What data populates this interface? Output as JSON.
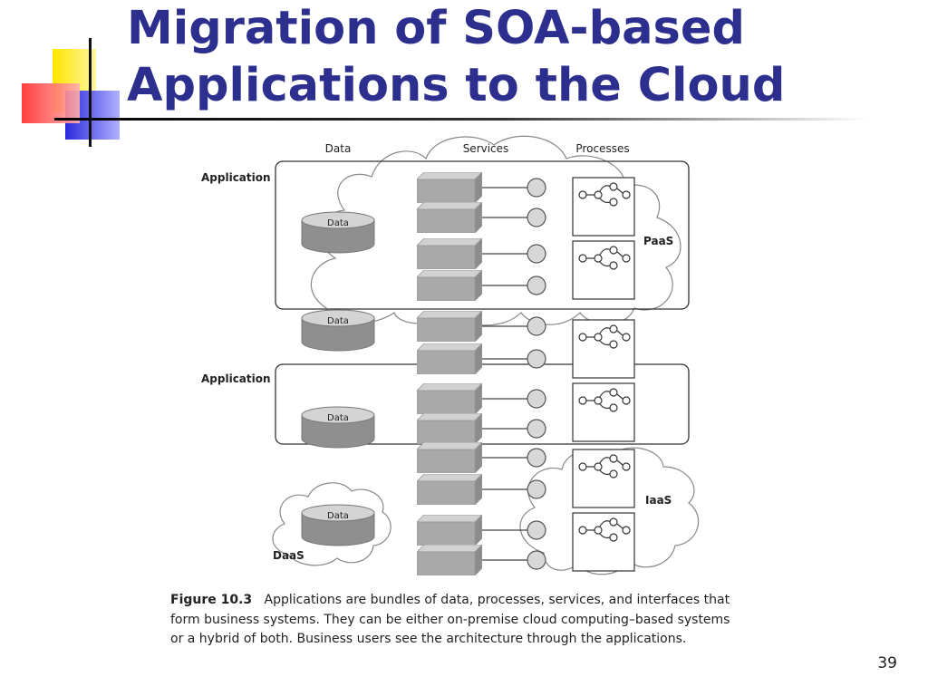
{
  "slide": {
    "title_line1": "Migration of SOA-based",
    "title_line2": "Applications to the Cloud",
    "page_number": "39"
  },
  "diagram": {
    "headers": {
      "data": "Data",
      "services": "Services",
      "processes": "Processes"
    },
    "application_label": "Application",
    "data_label": "Data",
    "paas_label": "PaaS",
    "iaas_label": "IaaS",
    "daas_label": "DaaS"
  },
  "caption": {
    "figure_label": "Figure 10.3",
    "text": "Applications are bundles of data, processes, services, and interfaces that form business systems. They can be either on-premise cloud computing–based systems or a hybrid of both. Business users see the architecture through the applications."
  }
}
